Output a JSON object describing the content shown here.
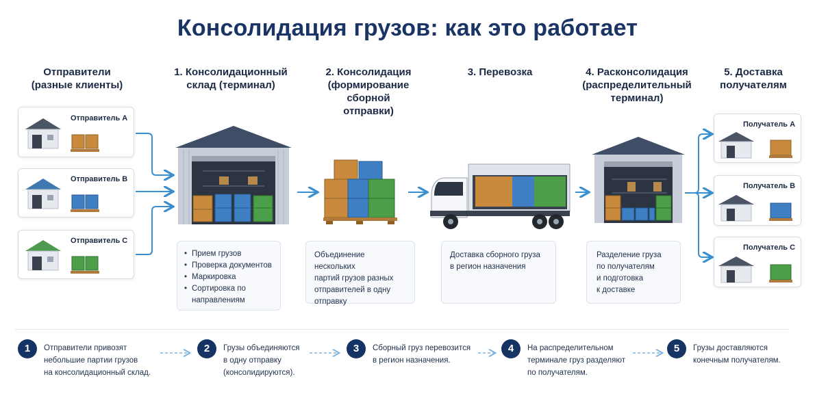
{
  "title": "Консолидация грузов: как это работает",
  "columns": [
    {
      "line1": "Отправители",
      "line2": "(разные клиенты)",
      "line3": ""
    },
    {
      "line1": "1. Консолидационный",
      "line2": "склад (терминал)",
      "line3": ""
    },
    {
      "line1": "2. Консолидация",
      "line2": "(формирование сборной",
      "line3": "отправки)"
    },
    {
      "line1": "3. Перевозка",
      "line2": "",
      "line3": ""
    },
    {
      "line1": "4. Расконсолидация",
      "line2": "(распределительный",
      "line3": "терминал)"
    },
    {
      "line1": "5. Доставка",
      "line2": "получателям",
      "line3": ""
    }
  ],
  "senders": [
    {
      "label": "Отправитель A",
      "roof_color": "#4b5566",
      "box_color": "#c98a3e"
    },
    {
      "label": "Отправитель B",
      "roof_color": "#3f78b0",
      "box_color": "#3f7fc4"
    },
    {
      "label": "Отправитель C",
      "roof_color": "#4e9a4e",
      "box_color": "#4c9e48"
    }
  ],
  "receivers": [
    {
      "label": "Получатель A",
      "box_color": "#c98a3e"
    },
    {
      "label": "Получатель B",
      "box_color": "#3f7fc4"
    },
    {
      "label": "Получатель C",
      "box_color": "#4c9e48"
    }
  ],
  "info_boxes": {
    "terminal": [
      "Прием грузов",
      "Проверка документов",
      "Маркировка",
      "Сортировка по направлениям"
    ],
    "consolidation": [
      "Объединение нескольких",
      "партий грузов разных",
      "отправителей в одну",
      "отправку"
    ],
    "transport": [
      "Доставка сборного груза",
      "в регион назначения"
    ],
    "deconsolidation": [
      "Разделение груза",
      "по получателям",
      "и подготовка",
      "к доставке"
    ]
  },
  "steps": [
    {
      "num": "1",
      "lines": [
        "Отправители привозят",
        "небольшие партии грузов",
        "на консолидационный склад."
      ]
    },
    {
      "num": "2",
      "lines": [
        "Грузы объединяются",
        "в одну отправку",
        "(консолидируются)."
      ]
    },
    {
      "num": "3",
      "lines": [
        "Сборный груз перевозится",
        "в регион назначения."
      ]
    },
    {
      "num": "4",
      "lines": [
        "На распределительном",
        "терминале груз разделяют",
        "по получателям."
      ]
    },
    {
      "num": "5",
      "lines": [
        "Грузы доставляются",
        "конечным получателям."
      ]
    }
  ],
  "colors": {
    "navy": "#163463",
    "arrow_blue": "#3a8fd0",
    "cargo_orange": "#c98a3e",
    "cargo_blue": "#3f7fc4",
    "cargo_green": "#4c9e48"
  }
}
